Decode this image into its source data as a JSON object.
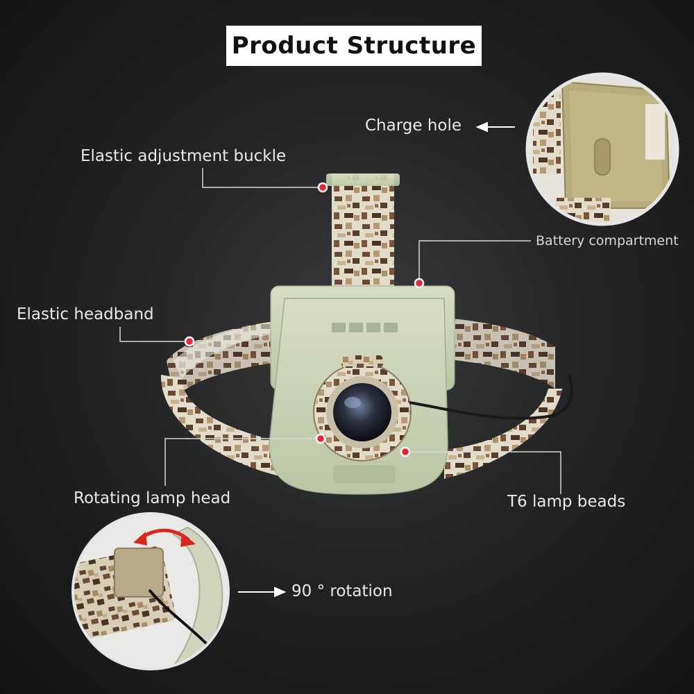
{
  "title": "Product Structure",
  "labels": {
    "charge_hole": "Charge hole",
    "elastic_buckle": "Elastic adjustment buckle",
    "battery_compartment": "Battery compartment",
    "elastic_headband": "Elastic headband",
    "rotating_lamp_head": "Rotating lamp head",
    "lamp_beads": "T6 lamp beads",
    "rotation": "90 ° rotation"
  },
  "colors": {
    "background": "#1c1d1f",
    "title_box": "#ffffff",
    "label_text": "#e9e9e9",
    "marker_dot": "#e8263a",
    "rotation_arrow": "#d8271f",
    "housing": "#c8d2b0"
  },
  "icons": {
    "callout_marker": "red-dot-icon",
    "pointer": "arrow-icon",
    "rotation": "double-arrow-icon"
  }
}
